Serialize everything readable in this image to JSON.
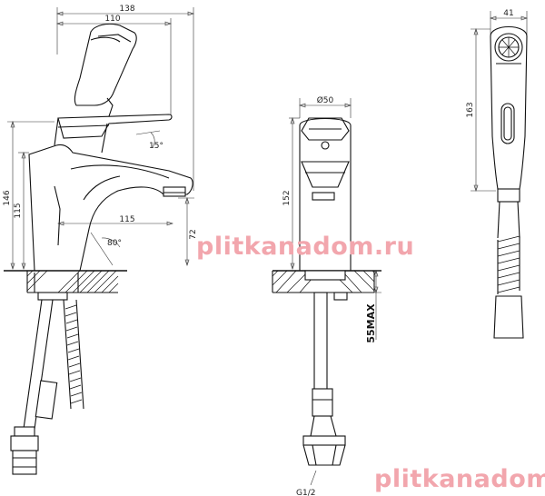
{
  "watermark": "plitkanadom.ru",
  "dimensions": {
    "left_view": {
      "overall_width": "138",
      "spout_width": "110",
      "handle_angle": "15°",
      "height_total": "146",
      "height_body": "115",
      "spout_reach": "115",
      "spout_angle": "80°",
      "spout_clearance": "72"
    },
    "middle_view": {
      "diameter": "Ø50",
      "height": "152",
      "max_thickness": "55MAX",
      "thread": "G1/2"
    },
    "right_view": {
      "width": "41",
      "length": "163"
    }
  }
}
